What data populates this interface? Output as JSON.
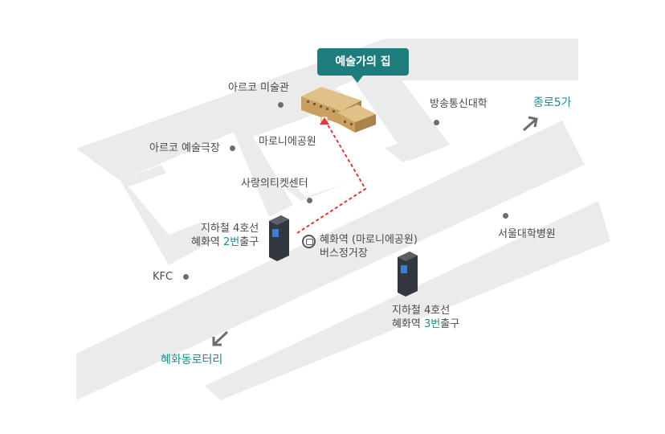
{
  "destination": {
    "label": "예술가의 집"
  },
  "landmarks": {
    "arko_art_museum": "아르코 미술관",
    "arko_theater": "아르코 예술극장",
    "marronnier_park": "마로니에공원",
    "ticket_center": "사랑의티켓센터",
    "broadcasting_univ": "방송통신대학",
    "snu_hospital": "서울대학병원",
    "kfc": "KFC"
  },
  "subway_exit_2": {
    "line1": "지하철 4호선",
    "line2_prefix": "혜화역 ",
    "exit_num": "2번",
    "line2_suffix": "출구"
  },
  "subway_exit_3": {
    "line1": "지하철 4호선",
    "line2_prefix": "혜화역 ",
    "exit_num": "3번",
    "line2_suffix": "출구"
  },
  "bus_stop": {
    "line1": "혜화역 (마로니에공원)",
    "line2": "버스정거장"
  },
  "directions": {
    "jongno5ga": "종로5가",
    "hyehwa_rotary": "혜화동로터리"
  },
  "colors": {
    "road": "#ebebeb",
    "accent": "#1f8a8c",
    "route": "#d63b3b",
    "building": "#c9a062"
  },
  "icons": {
    "subway": "subway-entrance-icon",
    "bus": "bus-stop-icon",
    "arrow": "direction-arrow-icon"
  }
}
